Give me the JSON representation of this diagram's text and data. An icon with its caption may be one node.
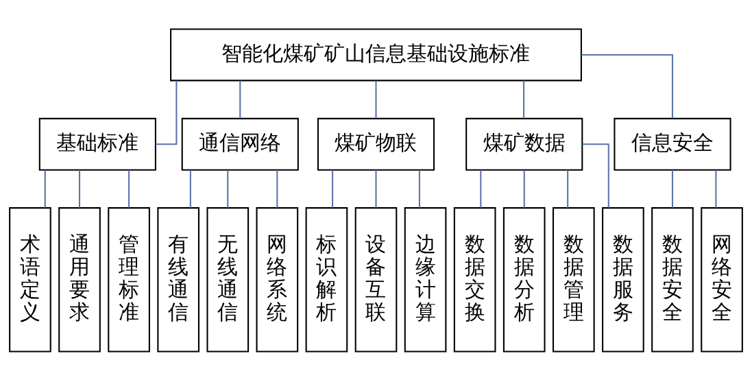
{
  "diagram": {
    "nodes": [
      {
        "text": [
          "智能化煤矿矿山信息基础设施标准"
        ]
      },
      {
        "text": [
          "基础标准"
        ]
      },
      {
        "text": [
          "通信网络"
        ]
      },
      {
        "text": [
          "煤矿物联"
        ]
      },
      {
        "text": [
          "煤矿数据"
        ]
      },
      {
        "text": [
          "信息安全"
        ]
      },
      {
        "text": [
          "术语定义"
        ]
      },
      {
        "text": [
          "通用要求"
        ]
      },
      {
        "text": [
          "管理标准"
        ]
      },
      {
        "text": [
          "有线通信"
        ]
      },
      {
        "text": [
          "无线通信"
        ]
      },
      {
        "text": [
          "网络系统"
        ]
      },
      {
        "text": [
          "标识解析"
        ]
      },
      {
        "text": [
          "设备互联"
        ]
      },
      {
        "text": [
          "边缘计算"
        ]
      },
      {
        "text": [
          "数据交换"
        ]
      },
      {
        "text": [
          "数据分析"
        ]
      },
      {
        "text": [
          "数据管理"
        ]
      },
      {
        "text": [
          "数据服务"
        ]
      },
      {
        "text": [
          "数据安全"
        ]
      },
      {
        "text": [
          "网络安全"
        ]
      }
    ],
    "edges": [
      {
        "from": 0,
        "to": 1,
        "arrow": "none"
      },
      {
        "from": 0,
        "to": 2,
        "arrow": "none"
      },
      {
        "from": 0,
        "to": 3,
        "arrow": "none"
      },
      {
        "from": 0,
        "to": 4,
        "arrow": "none"
      },
      {
        "from": 0,
        "to": 5,
        "arrow": "none"
      },
      {
        "from": 1,
        "to": 6,
        "arrow": "none"
      },
      {
        "from": 1,
        "to": 7,
        "arrow": "none"
      },
      {
        "from": 1,
        "to": 8,
        "arrow": "none"
      },
      {
        "from": 2,
        "to": 9,
        "arrow": "none"
      },
      {
        "from": 2,
        "to": 10,
        "arrow": "none"
      },
      {
        "from": 2,
        "to": 11,
        "arrow": "none"
      },
      {
        "from": 3,
        "to": 12,
        "arrow": "none"
      },
      {
        "from": 3,
        "to": 13,
        "arrow": "none"
      },
      {
        "from": 3,
        "to": 14,
        "arrow": "none"
      },
      {
        "from": 4,
        "to": 15,
        "arrow": "none"
      },
      {
        "from": 4,
        "to": 16,
        "arrow": "none"
      },
      {
        "from": 4,
        "to": 17,
        "arrow": "none"
      },
      {
        "from": 4,
        "to": 18,
        "arrow": "none"
      },
      {
        "from": 5,
        "to": 19,
        "arrow": "none"
      },
      {
        "from": 5,
        "to": 20,
        "arrow": "none"
      }
    ]
  }
}
